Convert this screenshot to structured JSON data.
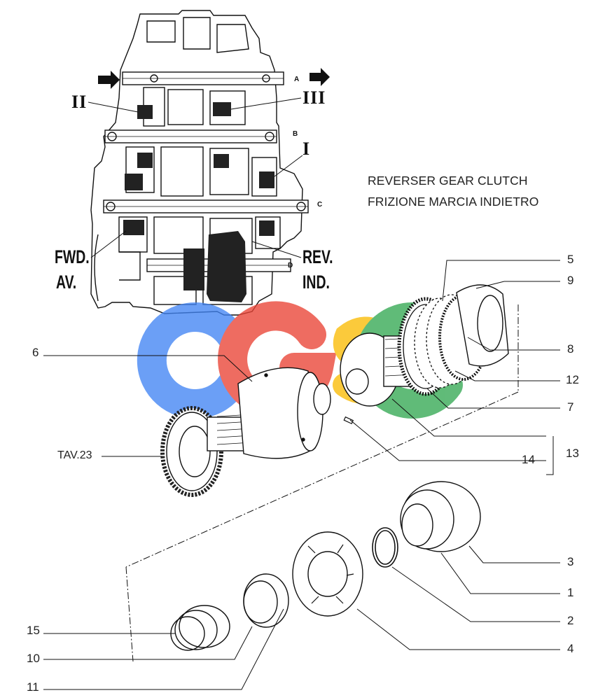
{
  "title_en": "REVERSER GEAR CLUTCH",
  "title_it": "FRIZIONE MARCIA INDIETRO",
  "section_labels": {
    "ii": "II",
    "iii": "III",
    "i": "I",
    "fwd": "FWD.",
    "av": "AV.",
    "rev": "REV.",
    "ind": "IND."
  },
  "shaft_labels": {
    "a": "A",
    "b": "B",
    "c": "C",
    "d": "D"
  },
  "reference": "TAV.23",
  "callouts": {
    "n1": "1",
    "n2": "2",
    "n3": "3",
    "n4": "4",
    "n5": "5",
    "n6": "6",
    "n7": "7",
    "n8": "8",
    "n9": "9",
    "n10": "10",
    "n11": "11",
    "n12": "12",
    "n13": "13",
    "n14": "14",
    "n15": "15"
  },
  "watermark": {
    "text": "CGSC",
    "colors": [
      "#4285f4",
      "#ea4335",
      "#fbbc05",
      "#34a853"
    ]
  }
}
